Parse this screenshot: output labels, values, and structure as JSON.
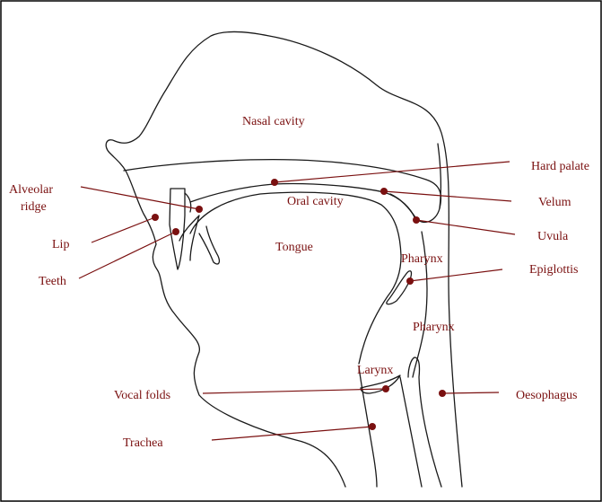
{
  "diagram": {
    "labels": {
      "nasal_cavity": "Nasal cavity",
      "hard_palate": "Hard palate",
      "alveolar_ridge_line1": "Alveolar",
      "alveolar_ridge_line2": "ridge",
      "oral_cavity": "Oral cavity",
      "velum": "Velum",
      "lip": "Lip",
      "uvula": "Uvula",
      "tongue": "Tongue",
      "teeth": "Teeth",
      "pharynx_upper": "Pharynx",
      "epiglottis": "Epiglottis",
      "pharynx_lower": "Pharynx",
      "larynx": "Larynx",
      "vocal_folds": "Vocal folds",
      "oesophagus": "Oesophagus",
      "trachea": "Trachea"
    },
    "colors": {
      "label": "#7a1010",
      "outline": "#1a1a1a"
    }
  }
}
